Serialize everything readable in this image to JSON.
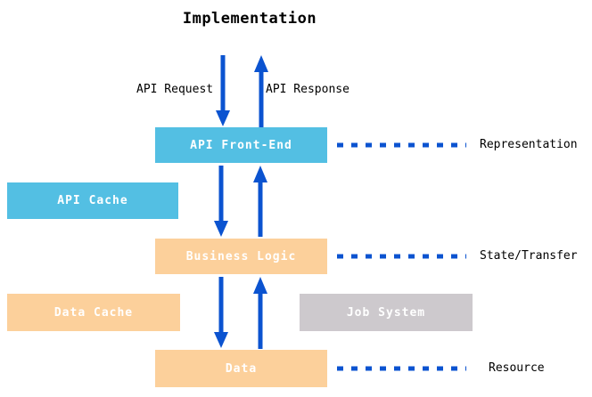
{
  "diagram": {
    "title": "Implementation",
    "flow_labels": {
      "request": "API Request",
      "response": "API Response"
    },
    "boxes": [
      {
        "id": "api-front-end",
        "label": "API Front-End",
        "color": "#53bfe3"
      },
      {
        "id": "api-cache",
        "label": "API Cache",
        "color": "#53bfe3"
      },
      {
        "id": "business-logic",
        "label": "Business Logic",
        "color": "#fcd09b"
      },
      {
        "id": "data-cache",
        "label": "Data Cache",
        "color": "#fcd09b"
      },
      {
        "id": "job-system",
        "label": "Job System",
        "color": "#cdc9cd"
      },
      {
        "id": "data",
        "label": "Data",
        "color": "#fcd09b"
      }
    ],
    "side_labels": [
      {
        "id": "representation",
        "label": "Representation"
      },
      {
        "id": "state-transfer",
        "label": "State/Transfer"
      },
      {
        "id": "resource",
        "label": "Resource"
      }
    ],
    "colors": {
      "cyan_box": "#53bfe3",
      "orange_box": "#fcd09b",
      "gray_box": "#cdc9cd",
      "arrow_blue": "#0b53d0",
      "box_text": "#ffffff",
      "text": "#000000",
      "background": "#ffffff"
    }
  }
}
